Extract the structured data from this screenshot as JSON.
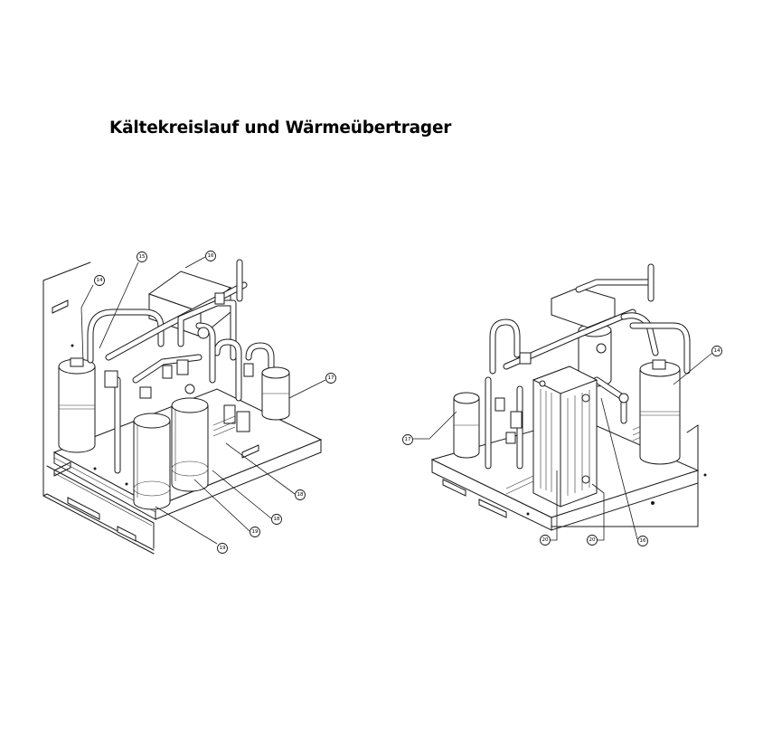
{
  "title": "Kältekreislauf und Wärmeübertrager",
  "left_view": {
    "callouts": [
      "14",
      "15",
      "16",
      "17",
      "18",
      "18",
      "19",
      "19"
    ]
  },
  "right_view": {
    "callouts": [
      "14",
      "17",
      "20",
      "20",
      "16"
    ]
  }
}
